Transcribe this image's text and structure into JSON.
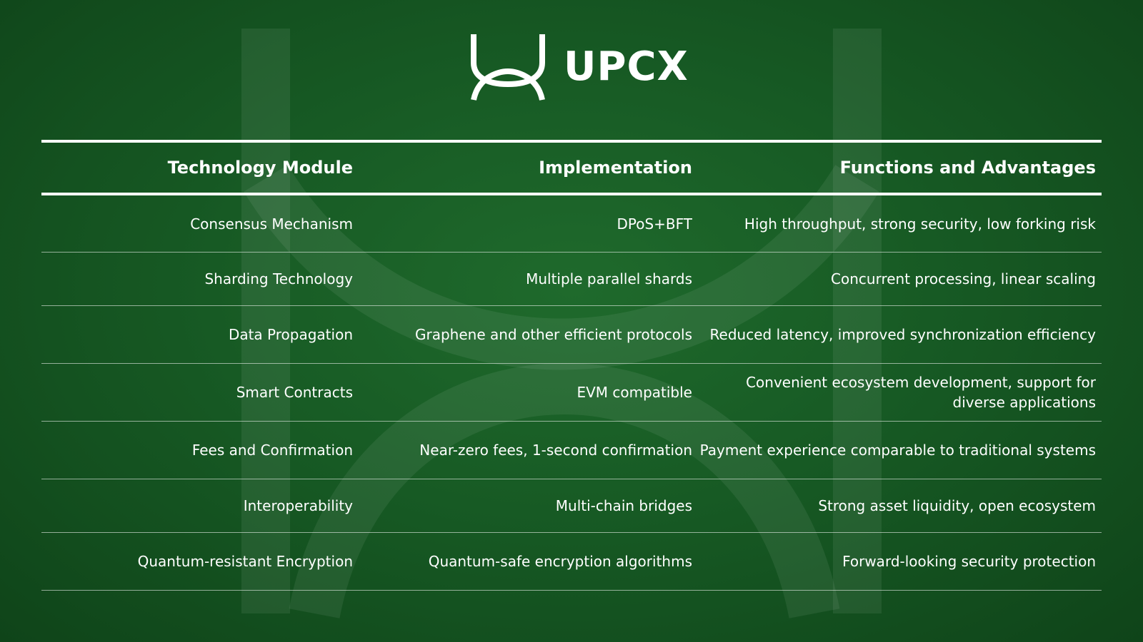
{
  "brand": {
    "name": "UPCX"
  },
  "table": {
    "headers": [
      "Technology Module",
      "Implementation",
      "Functions and Advantages"
    ],
    "rows": [
      [
        "Consensus Mechanism",
        "DPoS+BFT",
        "High throughput, strong security, low forking risk"
      ],
      [
        "Sharding Technology",
        "Multiple parallel shards",
        "Concurrent processing, linear scaling"
      ],
      [
        "Data Propagation",
        "Graphene and other efficient protocols",
        "Reduced latency, improved synchronization efficiency"
      ],
      [
        "Smart Contracts",
        "EVM compatible",
        "Convenient ecosystem development, support for diverse applications"
      ],
      [
        "Fees and Confirmation",
        "Near-zero fees, 1-second confirmation",
        "Payment experience comparable to traditional systems"
      ],
      [
        "Interoperability",
        "Multi-chain bridges",
        "Strong asset liquidity, open ecosystem"
      ],
      [
        "Quantum-resistant Encryption",
        "Quantum-safe encryption algorithms",
        "Forward-looking security protection"
      ]
    ]
  },
  "colors": {
    "background": "#175a24",
    "text": "#ffffff"
  }
}
